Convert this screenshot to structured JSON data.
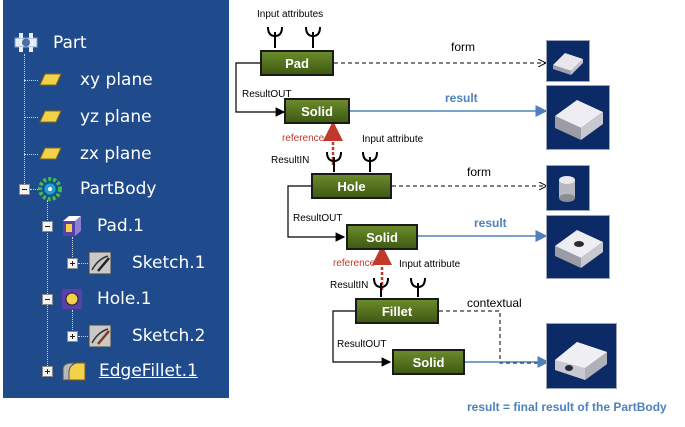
{
  "tree": {
    "root": "Part",
    "items": [
      {
        "label": "xy plane"
      },
      {
        "label": "yz plane"
      },
      {
        "label": "zx plane"
      },
      {
        "label": "PartBody"
      },
      {
        "label": "Pad.1"
      },
      {
        "label": "Sketch.1"
      },
      {
        "label": "Hole.1"
      },
      {
        "label": "Sketch.2"
      },
      {
        "label": "EdgeFillet.1"
      }
    ]
  },
  "diagram": {
    "pad": {
      "name": "Pad",
      "input": "Input attributes",
      "out": "ResultOUT",
      "form": "form"
    },
    "solid1": {
      "name": "Solid",
      "result": "result",
      "reference": "reference",
      "in": "ResultIN"
    },
    "hole": {
      "name": "Hole",
      "input": "Input attribute",
      "out": "ResultOUT",
      "form": "form"
    },
    "solid2": {
      "name": "Solid",
      "result": "result",
      "reference": "reference",
      "in": "ResultIN"
    },
    "fillet": {
      "name": "Fillet",
      "input": "Input attribute",
      "out": "ResultOUT",
      "contextual": "contextual"
    },
    "solid3": {
      "name": "Solid"
    },
    "footer": "result = final result of the PartBody"
  },
  "colors": {
    "panel": "#1f4b8c",
    "box": "#4f6b1e",
    "result": "#4f81bd",
    "reference": "#c0392b"
  }
}
